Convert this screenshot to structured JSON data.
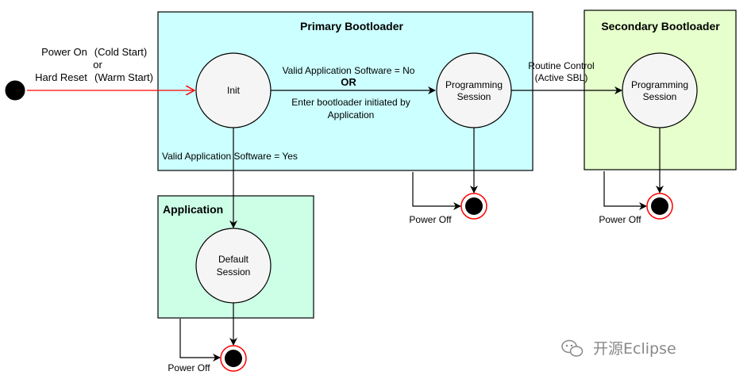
{
  "colors": {
    "bootloader_fill": "#ccffff",
    "secondary_fill": "#e6ffcc",
    "application_fill": "#ccffe6",
    "state_fill": "#f5f5f5",
    "red_arrow": "#ff0000",
    "end_ring": "#ff0000",
    "black": "#000000"
  },
  "containers": {
    "primary": "Primary Bootloader",
    "secondary": "Secondary Bootloader",
    "application": "Application"
  },
  "states": {
    "init": "Init",
    "prog_primary": [
      "Programming",
      "Session"
    ],
    "prog_secondary": [
      "Programming",
      "Session"
    ],
    "default_session": [
      "Default",
      "Session"
    ]
  },
  "labels": {
    "power_on": "Power On",
    "cold_start": "(Cold Start)",
    "or_small": "or",
    "hard_reset": "Hard Reset",
    "warm_start": "(Warm Start)",
    "valid_no": "Valid Application Software = No",
    "or_bold": "OR",
    "enter_bootloader": [
      "Enter bootloader initiated by",
      "Application"
    ],
    "valid_yes": "Valid Application Software = Yes",
    "routine_control": [
      "Routine Control",
      "(Active SBL)"
    ],
    "power_off_1": "Power Off",
    "power_off_2": "Power Off",
    "power_off_3": "Power Off"
  },
  "watermark": {
    "icon": "wechat-icon",
    "text": "开源Eclipse"
  }
}
